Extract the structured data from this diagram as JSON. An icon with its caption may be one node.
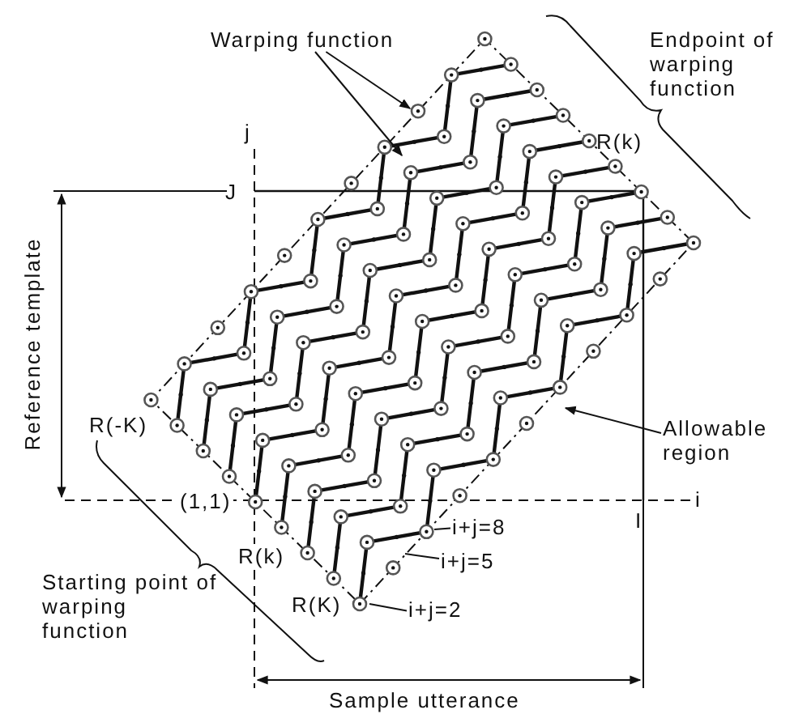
{
  "diagram": {
    "nodes": [
      {
        "text": [
          "Warping function"
        ]
      },
      {
        "text": [
          "Allowable region"
        ]
      },
      {
        "text": [
          "i+j=8"
        ]
      },
      {
        "text": [
          "i+j=5"
        ]
      },
      {
        "text": [
          "i+j=2"
        ]
      }
    ],
    "edges": [
      {
        "from": 0,
        "to": null,
        "arrow": "to"
      },
      {
        "from": 0,
        "to": null,
        "arrow": "to"
      },
      {
        "from": 1,
        "to": null,
        "arrow": "to"
      },
      {
        "from": 2,
        "to": null,
        "arrow": "none"
      },
      {
        "from": 3,
        "to": null,
        "arrow": "none"
      },
      {
        "from": 4,
        "to": null,
        "arrow": "none"
      }
    ],
    "labels": [
      "Endpoint of warping function",
      "j",
      "R(k)",
      "J",
      "Reference template",
      "R(-K)",
      "(1,1)",
      "i",
      "I",
      "R(k)",
      "R(K)",
      "Starting point of warping function",
      "Sample utterance"
    ]
  }
}
